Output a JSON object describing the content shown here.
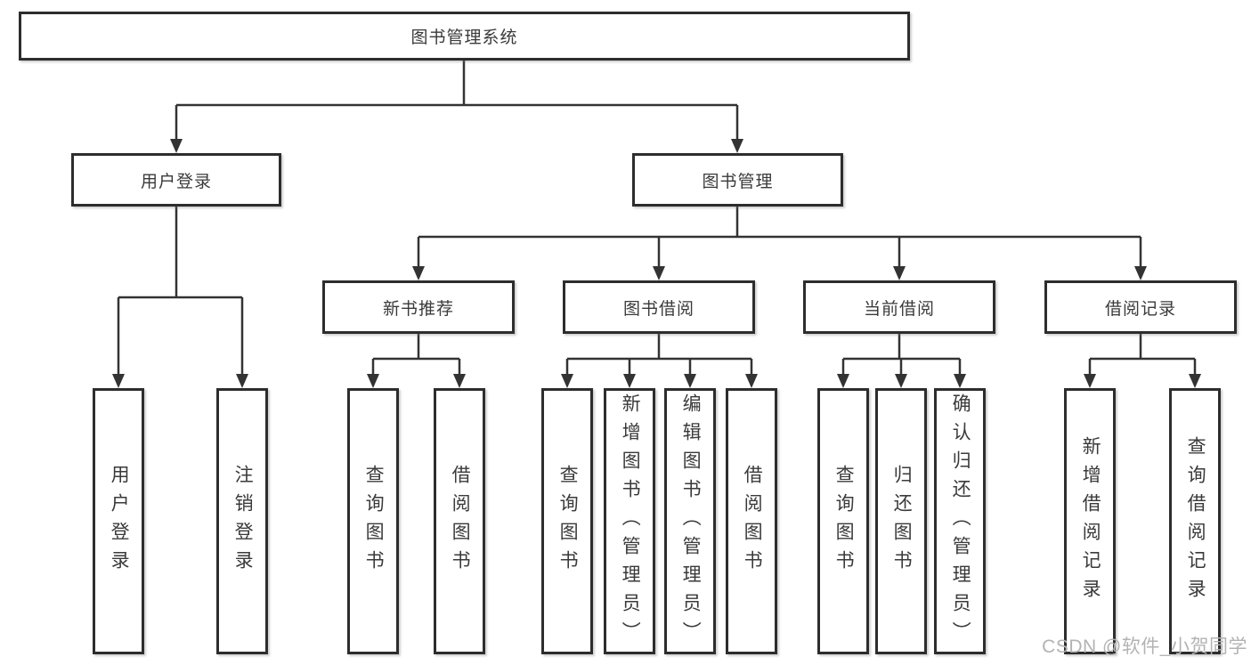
{
  "diagram": {
    "root": {
      "label": "图书管理系统"
    },
    "branches": [
      {
        "label": "用户登录",
        "children": [
          {
            "label": "用户登录"
          },
          {
            "label": "注销登录"
          }
        ]
      },
      {
        "label": "图书管理",
        "children": [
          {
            "label": "新书推荐",
            "children": [
              {
                "label": "查询图书"
              },
              {
                "label": "借阅图书"
              }
            ]
          },
          {
            "label": "图书借阅",
            "children": [
              {
                "label": "查询图书"
              },
              {
                "label": "新增图书（管理员）"
              },
              {
                "label": "编辑图书（管理员）"
              },
              {
                "label": "借阅图书"
              }
            ]
          },
          {
            "label": "当前借阅",
            "children": [
              {
                "label": "查询图书"
              },
              {
                "label": "归还图书"
              },
              {
                "label": "确认归还（管理员）"
              }
            ]
          },
          {
            "label": "借阅记录",
            "children": [
              {
                "label": "新增借阅记录"
              },
              {
                "label": "查询借阅记录"
              }
            ]
          }
        ]
      }
    ]
  },
  "watermark": {
    "text": "CSDN @软件_小贺同学"
  },
  "colors": {
    "line": "#333333",
    "box_border": "#2d2d2d",
    "text": "#3a3a3a",
    "watermark": "#b3b3b3",
    "background": "#ffffff"
  }
}
